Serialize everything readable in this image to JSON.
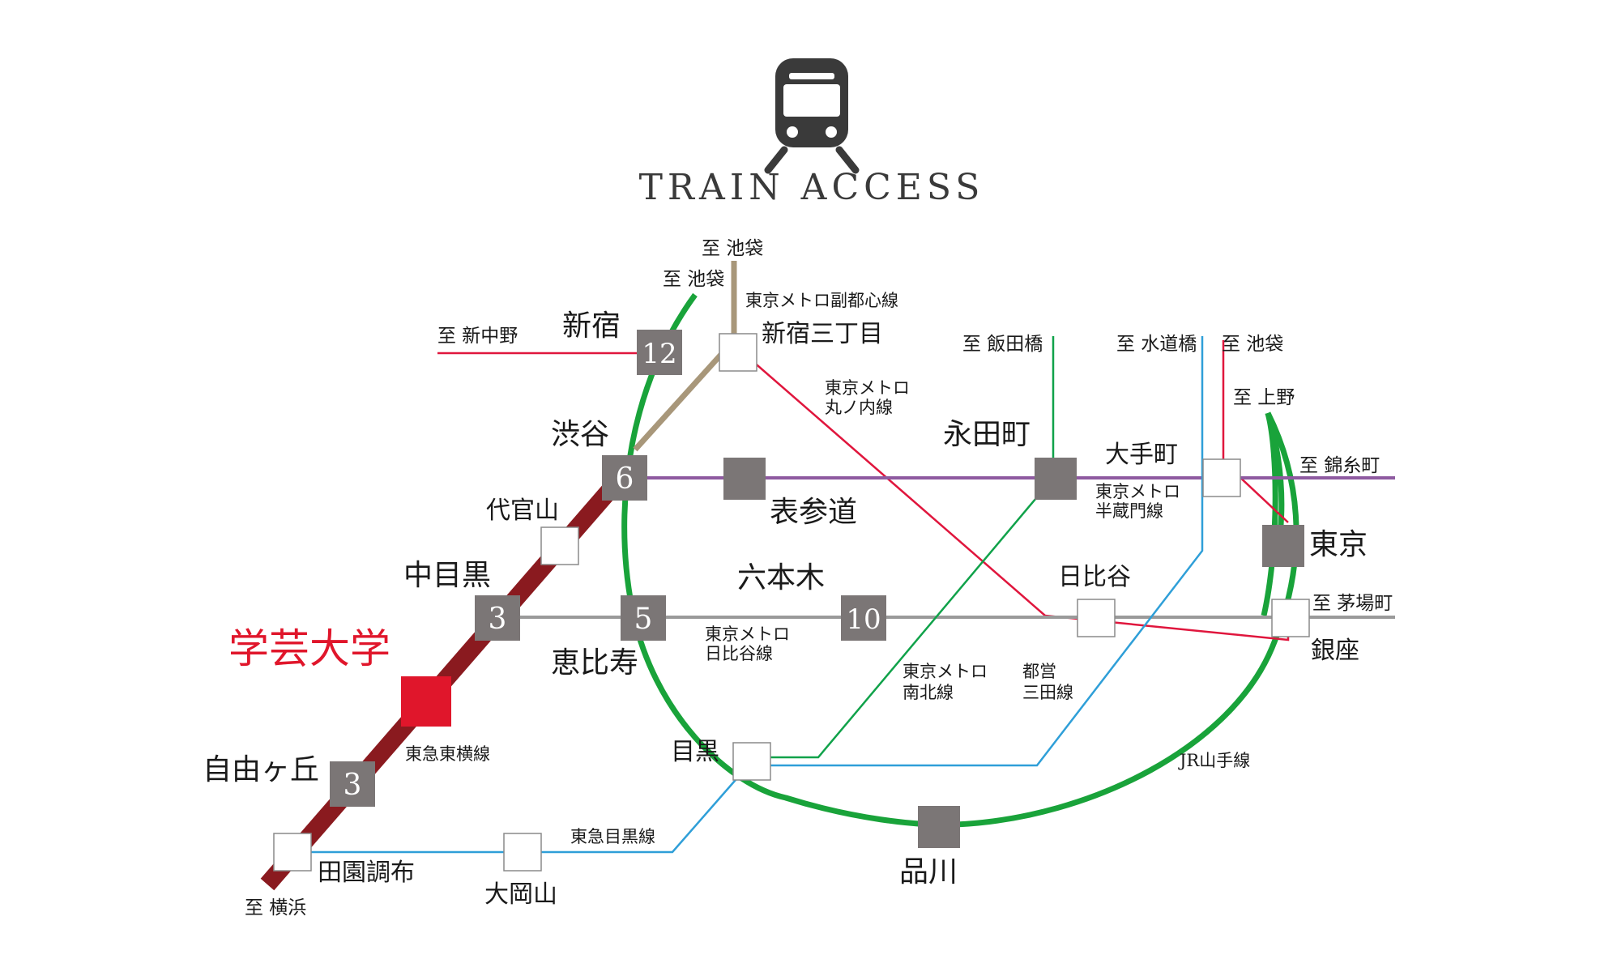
{
  "title": "TRAIN ACCESS",
  "icons": {
    "logo": "train-front-icon"
  },
  "colors": {
    "yamanote": "#19a33a",
    "toyoko": "#8a1a1f",
    "home_marker": "#e0162b",
    "fukutoshin": "#a8977a",
    "marunouchi": "#e0163d",
    "hanzomon": "#8e5aa0",
    "hibiya": "#9a9a9a",
    "namboku": "#10a24a",
    "mita": "#2f9fd8",
    "meguro": "#2f9fd8",
    "station_fill": "#7b7676"
  },
  "home_station": "学芸大学",
  "stations": {
    "shinjuku": "新宿",
    "shinjuku_sanchome": "新宿三丁目",
    "shibuya": "渋谷",
    "omotesando": "表参道",
    "nagatacho": "永田町",
    "otemachi": "大手町",
    "tokyo": "東京",
    "daikanyama": "代官山",
    "nakameguro": "中目黒",
    "roppongi": "六本木",
    "hibiya": "日比谷",
    "ebisu": "恵比寿",
    "ginza": "銀座",
    "jiyugaoka": "自由ヶ丘",
    "meguro": "目黒",
    "shinagawa": "品川",
    "denenchofu": "田園調布",
    "ookayama": "大岡山"
  },
  "minutes": {
    "shinjuku": "12",
    "shibuya": "6",
    "nakameguro": "3",
    "ebisu": "5",
    "roppongi": "10",
    "jiyugaoka": "3"
  },
  "directions": {
    "ikebukuro_fukutoshin": "至 池袋",
    "ikebukuro_yamanote": "至 池袋",
    "nakano_shinbashi": "至 新中野",
    "iidabashi": "至 飯田橋",
    "suidobashi": "至 水道橋",
    "ikebukuro_marunouchi": "至 池袋",
    "ueno": "至 上野",
    "kinshicho": "至 錦糸町",
    "kayabacho": "至 茅場町",
    "yokohama": "至 横浜"
  },
  "lines": {
    "fukutoshin": "東京メトロ副都心線",
    "marunouchi_1": "東京メトロ",
    "marunouchi_2": "丸ノ内線",
    "hanzomon_1": "東京メトロ",
    "hanzomon_2": "半蔵門線",
    "hibiya_1": "東京メトロ",
    "hibiya_2": "日比谷線",
    "namboku_1": "東京メトロ",
    "namboku_2": "南北線",
    "mita_1": "都営",
    "mita_2": "三田線",
    "yamanote": "JR山手線",
    "toyoko": "東急東横線",
    "meguro": "東急目黒線"
  }
}
